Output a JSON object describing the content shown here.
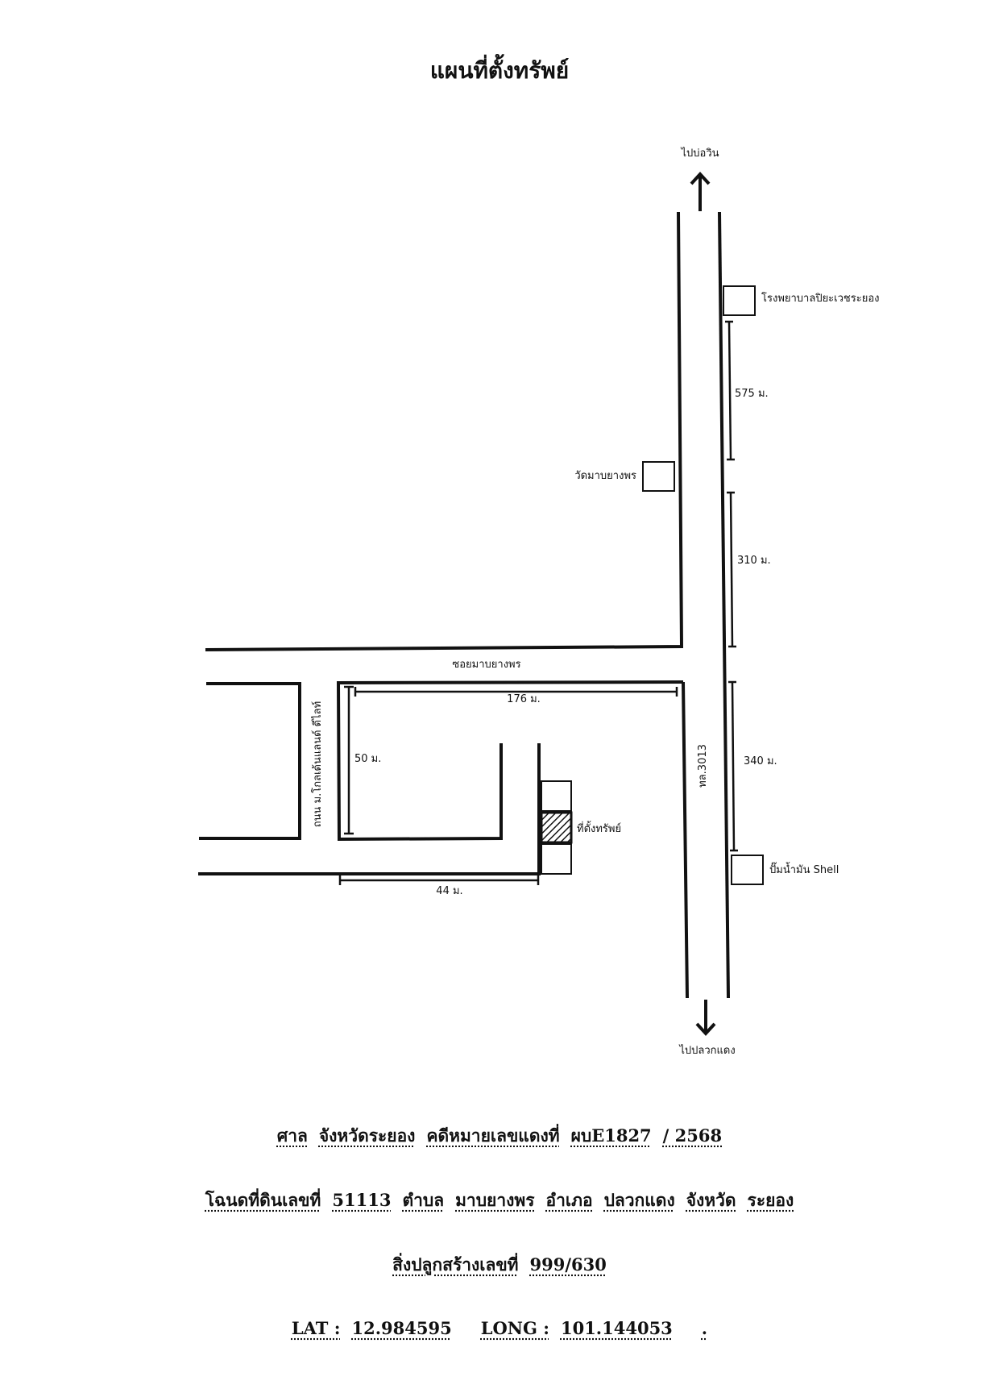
{
  "title": "แผนที่ตั้งทรัพย์",
  "map": {
    "north_destination": "ไปบ่อวิน",
    "south_destination": "ไปปลวกแดง",
    "main_road": "ทล.3013",
    "side_road": "ซอยมาบยางพร",
    "village_road": "ถนน ม.โกลเด้นแลนด์ ดีไลท์",
    "property_label": "ที่ตั้งทรัพย์",
    "landmarks": {
      "hospital": "โรงพยาบาลปิยะเวชระยอง",
      "temple": "วัดมาบยางพร",
      "gas_station": "ปั๊มน้ำมัน Shell"
    },
    "distances": {
      "hospital_to_temple": "575 ม.",
      "temple_to_soi": "310 ม.",
      "soi_to_shell": "340 ม.",
      "soi_length": "176 ม.",
      "village_road": "50 ม.",
      "lane": "44 ม."
    }
  },
  "footer": {
    "court_label": "ศาล",
    "court_province": "จังหวัดระยอง",
    "case_label": "คดีหมายเลขแดงที่",
    "case_number": "ผบE1827",
    "case_year": "/ 2568",
    "deed_label": "โฉนดที่ดินเลขที่",
    "deed_number": "51113",
    "subdistrict_label": "ตำบล",
    "subdistrict": "มาบยางพร",
    "district_label": "อำเภอ",
    "district": "ปลวกแดง",
    "province_label": "จังหวัด",
    "province": "ระยอง",
    "building_label": "สิ่งปลูกสร้างเลขที่",
    "building_number": "999/630",
    "lat_label": "LAT :",
    "lat": "12.984595",
    "long_label": "LONG :",
    "long": "101.144053"
  }
}
